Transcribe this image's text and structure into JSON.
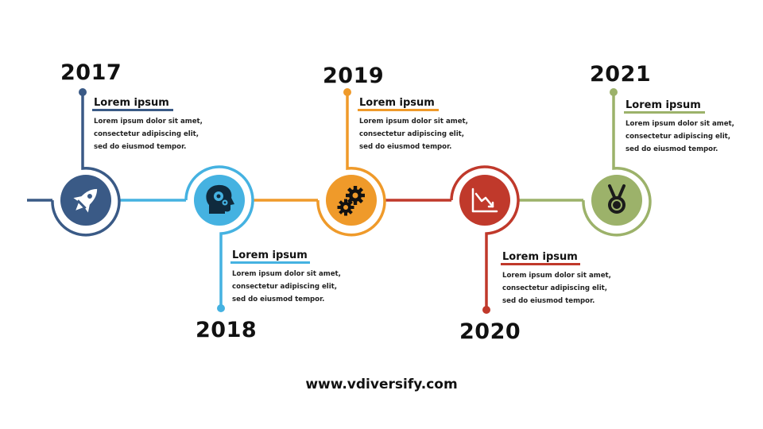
{
  "colors": {
    "m2017": "#3a5a86",
    "m2018": "#45b2e1",
    "m2019": "#ef9a2a",
    "m2020": "#c0392b",
    "m2021": "#9cb26a"
  },
  "milestones": [
    {
      "year": "2017",
      "heading": "Lorem ipsum",
      "text": "Lorem ipsum dolor sit amet, consectetur adipiscing elit, sed do eiusmod tempor.",
      "icon": "rocket-icon"
    },
    {
      "year": "2018",
      "heading": "Lorem ipsum",
      "text": "Lorem ipsum dolor sit amet, consectetur adipiscing elit, sed do eiusmod tempor.",
      "icon": "head-gears-icon"
    },
    {
      "year": "2019",
      "heading": "Lorem ipsum",
      "text": "Lorem ipsum dolor sit amet, consectetur adipiscing elit, sed do eiusmod tempor.",
      "icon": "gears-icon"
    },
    {
      "year": "2020",
      "heading": "Lorem ipsum",
      "text": "Lorem ipsum dolor sit amet, consectetur adipiscing elit, sed do eiusmod tempor.",
      "icon": "declining-chart-icon"
    },
    {
      "year": "2021",
      "heading": "Lorem ipsum",
      "text": "Lorem ipsum dolor sit amet, consectetur adipiscing elit, sed do eiusmod tempor.",
      "icon": "medal-icon"
    }
  ],
  "footer": "www.vdiversify.com"
}
